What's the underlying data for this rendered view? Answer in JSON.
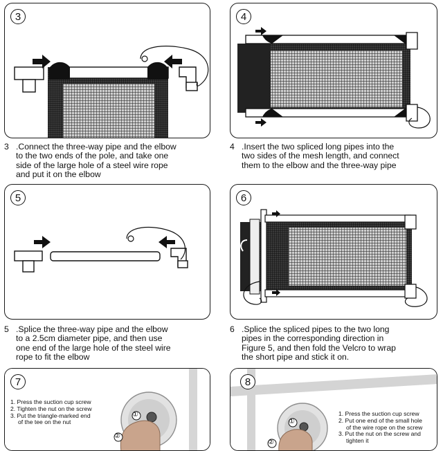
{
  "panels": [
    {
      "number": "3",
      "caption": [
        "Connect the three-way pipe and the elbow",
        "to the two ends of the pole, and take one",
        "side of the large hole of a steel wire rope",
        "and put it on the elbow"
      ]
    },
    {
      "number": "4",
      "caption": [
        "Insert the two spliced long pipes into the",
        "two sides of the mesh length, and connect",
        "them to the elbow and the three-way pipe"
      ]
    },
    {
      "number": "5",
      "caption": [
        "Splice the three-way pipe and the elbow",
        "to a 2.5cm diameter pipe, and then use",
        "one end of the large hole of the steel wire",
        "rope to fit the elbow"
      ]
    },
    {
      "number": "6",
      "caption": [
        "Splice the spliced pipes to the two long",
        "pipes in the corresponding direction in",
        "Figure 5, and then fold the Velcro to wrap",
        "the short pipe and stick it on."
      ]
    },
    {
      "number": "7",
      "steps": [
        "1. Press the suction cup screw",
        "2. Tighten the nut on the screw",
        "3. Put the triangle-marked end",
        "of the tee on the nut"
      ],
      "markers": [
        "①",
        "②"
      ]
    },
    {
      "number": "8",
      "steps": [
        "1. Press the suction cup screw",
        "2. Put one end of the small hole",
        "of the wire rope on the screw",
        "3. Put the nut on the screw and",
        "tighten it"
      ],
      "markers": [
        "①",
        "②"
      ]
    }
  ],
  "colors": {
    "line": "#111111",
    "mesh_dark": "#2a2a2a",
    "mesh_light": "#8a8a8a",
    "photo_bg": "#d9d9d9"
  }
}
